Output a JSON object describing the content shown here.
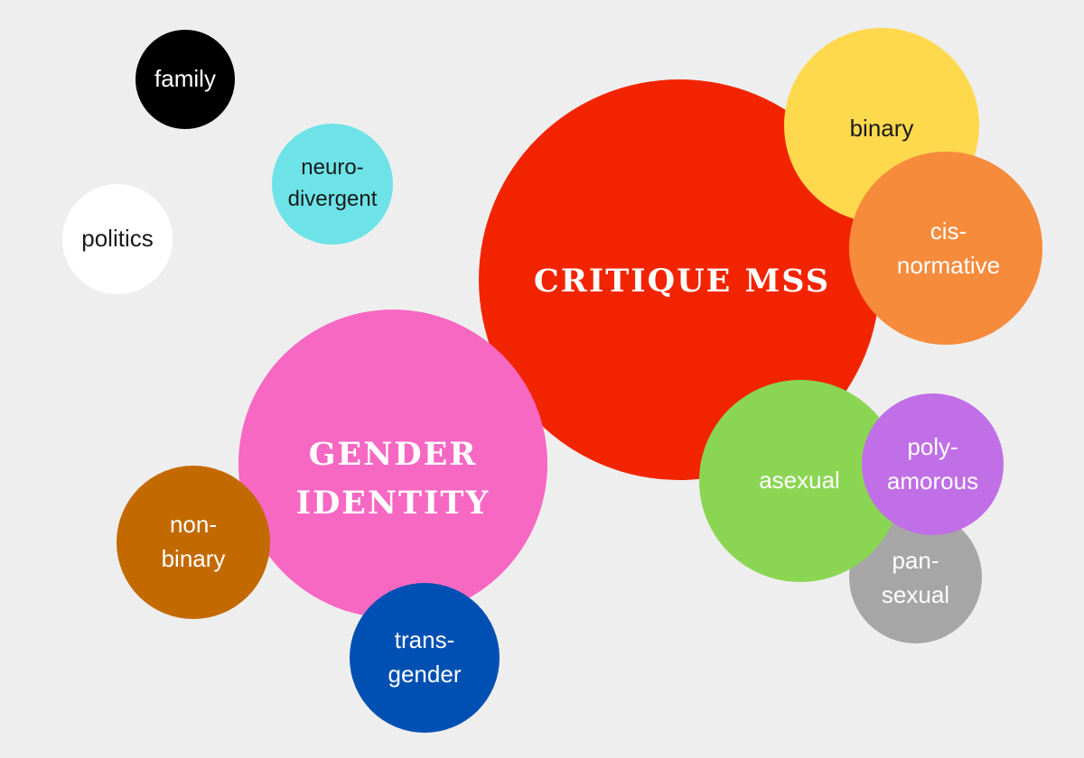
{
  "bubbles": {
    "family": {
      "label": "family",
      "color": "#000000",
      "text_color": "#ffffff"
    },
    "neuro": {
      "label": "neuro-\ndivergent",
      "color": "#6de3e8",
      "text_color": "#1a1a1a"
    },
    "politics": {
      "label": "politics",
      "color": "#ffffff",
      "text_color": "#1a1a1a"
    },
    "critique": {
      "label": "CRITIQUE MSS",
      "color": "#f22400",
      "text_color": "#ffffff"
    },
    "binary": {
      "label": "binary",
      "color": "#ffd94d",
      "text_color": "#1a1a1a"
    },
    "cis": {
      "label": "cis-\nnormative",
      "color": "#f68b3c",
      "text_color": "#ffffff"
    },
    "gender": {
      "label": "GENDER\nIDENTITY",
      "color": "#f768c3",
      "text_color": "#ffffff"
    },
    "nonbinary": {
      "label": "non-\nbinary",
      "color": "#c26a00",
      "text_color": "#ffffff"
    },
    "trans": {
      "label": "trans-\ngender",
      "color": "#0050b3",
      "text_color": "#ffffff"
    },
    "pan": {
      "label": "pan-\nsexual",
      "color": "#a6a6a6",
      "text_color": "#ffffff"
    },
    "asexual": {
      "label": "asexual",
      "color": "#8ad653",
      "text_color": "#ffffff"
    },
    "poly": {
      "label": "poly-\namorous",
      "color": "#c16fe6",
      "text_color": "#ffffff"
    }
  }
}
